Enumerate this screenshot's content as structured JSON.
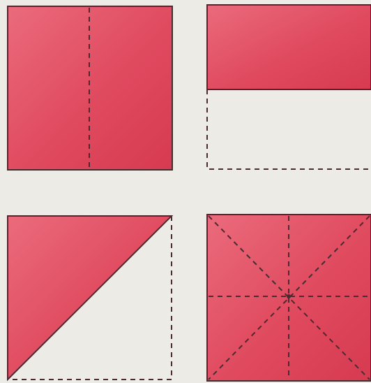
{
  "colors": {
    "paper_fill": "#e04a5f",
    "paper_fill_light": "#ea6b7c",
    "paper_fill_dark": "#d63a50",
    "outline": "#4a2a30",
    "fold_line": "#4b2b31",
    "background": "#ecebe6"
  },
  "figures": [
    {
      "name": "square-vertical-fold",
      "fold": "vertical-half",
      "colored_part": "whole-square"
    },
    {
      "name": "square-horizontal-fold",
      "fold": "horizontal-half",
      "colored_part": "top-half"
    },
    {
      "name": "square-diagonal-fold",
      "fold": "diagonal",
      "colored_part": "upper-left-triangle"
    },
    {
      "name": "square-all-folds",
      "fold": "vertical-horizontal-and-both-diagonals",
      "colored_part": "whole-square"
    }
  ]
}
